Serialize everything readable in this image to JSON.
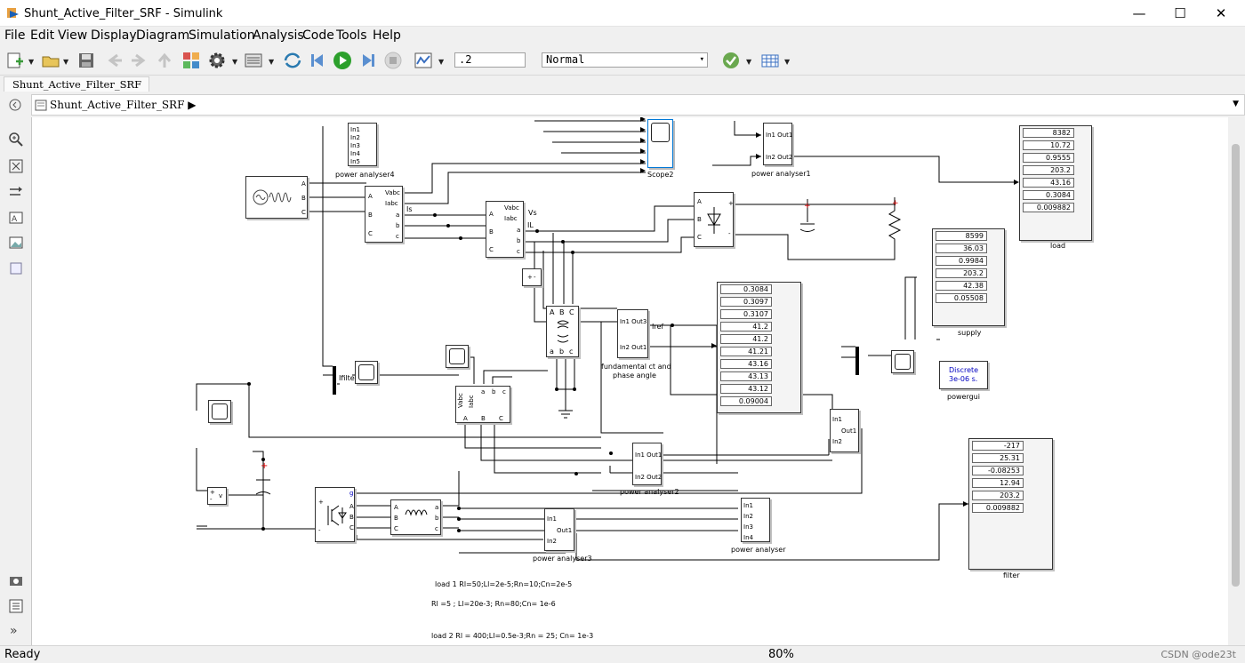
{
  "window": {
    "title": "Shunt_Active_Filter_SRF - Simulink",
    "minimize": "—",
    "maximize": "☐",
    "close": "✕"
  },
  "menu": [
    "File",
    "Edit",
    "View",
    "Display",
    "Diagram",
    "Simulation",
    "Analysis",
    "Code",
    "Tools",
    "Help"
  ],
  "toolbar": {
    "stop_time": ".2",
    "sim_mode": "Normal",
    "sim_mode_arrow": "▾"
  },
  "tab": {
    "label": "Shunt_Active_Filter_SRF"
  },
  "breadcrumb": {
    "label": "Shunt_Active_Filter_SRF",
    "arrow": "▶",
    "menu_arrow": "▼"
  },
  "status": {
    "left": "Ready",
    "zoom": "80%",
    "watermark": "CSDN @ode23t"
  },
  "blocks": {
    "power_analyser4": {
      "label": "power analyser4",
      "ports": [
        "In1",
        "In2",
        "In3",
        "In4",
        "In5"
      ]
    },
    "scope2": {
      "label": "Scope2"
    },
    "power_analyser1": {
      "label": "power analyser1",
      "ports": [
        "In1 Out1",
        "In2 Out2"
      ]
    },
    "source": {
      "ports": [
        "A",
        "B",
        "C"
      ]
    },
    "vi1": {
      "ports_in": [
        "A",
        "B",
        "C"
      ],
      "ports_out": [
        "a",
        "b",
        "c"
      ],
      "vabc": "Vabc",
      "iabc": "Iabc"
    },
    "vi2": {
      "ports_in": [
        "A",
        "B",
        "C"
      ],
      "ports_out": [
        "a",
        "b",
        "c"
      ],
      "vabc": "Vabc",
      "iabc": "Iabc"
    },
    "rectifier": {
      "ports": [
        "A",
        "B",
        "C"
      ],
      "plus": "+",
      "minus": "-"
    },
    "sum": {
      "plus": "+",
      "minus": "-"
    },
    "transformer": {
      "top": [
        "A",
        "B",
        "C"
      ],
      "bottom": [
        "a",
        "b",
        "c"
      ]
    },
    "fundamental": {
      "in1": "In1 Out3",
      "in2": "In2 Out1",
      "label1": "fundamental ct and",
      "label2": "phase angle"
    },
    "labels": {
      "vs": "Vs",
      "is": "Is",
      "il": "IL",
      "ifilter": "Ifilter",
      "iref": "Iref"
    },
    "powergui": {
      "line1": "Discrete",
      "line2": "3e-06 s.",
      "label": "powergui"
    },
    "vi3": {
      "vabc": "Vabc",
      "iabc": "Iabc",
      "top": [
        "a",
        "b",
        "c"
      ],
      "bottom": [
        "A",
        "B",
        "C"
      ]
    },
    "analyser_out": {
      "ports": [
        "In1",
        "Out1",
        "In2"
      ]
    },
    "power_analyser2": {
      "label": "power analyser2",
      "ports": [
        "In1 Out1",
        "In2 Out2"
      ]
    },
    "inverter": {
      "g": "g",
      "plus": "+",
      "minus": "-",
      "ports": [
        "A",
        "B",
        "C"
      ]
    },
    "filter_l": {
      "in": [
        "A",
        "B",
        "C"
      ],
      "out": [
        "a",
        "b",
        "c"
      ]
    },
    "power_analyser3": {
      "label": "power analyser3",
      "ports": [
        "In1",
        "Out1",
        "In2"
      ]
    },
    "power_analyser": {
      "label": "power analyser",
      "ports": [
        "In1",
        "In2",
        "In3",
        "In4"
      ]
    },
    "vm": {
      "plus": "+",
      "minus": "-",
      "v": "v"
    }
  },
  "displays": {
    "load": {
      "label": "load",
      "values": [
        "8382",
        "10.72",
        "0.9555",
        "203.2",
        "43.16",
        "0.3084",
        "0.009882"
      ]
    },
    "supply": {
      "label": "supply",
      "values": [
        "8599",
        "36.03",
        "0.9984",
        "203.2",
        "42.38",
        "0.05508"
      ]
    },
    "center": {
      "values": [
        "0.3084",
        "0.3097",
        "0.3107",
        "41.2",
        "41.2",
        "41.21",
        "43.16",
        "43.13",
        "43.12",
        "0.09004"
      ]
    },
    "filter": {
      "label": "filter",
      "values": [
        "-217",
        "25.31",
        "-0.08253",
        "12.94",
        "203.2",
        "0.009882"
      ]
    }
  },
  "notes": {
    "n1": "load 1 Rl=50;Ll=2e-5;Rn=10;Cn=2e-5",
    "n2": "Rl =5 ; Ll=20e-3; Rn=80;Cn= 1e-6",
    "n3": "load 2 Rl = 400;Ll=0.5e-3;Rn = 25; Cn= 1e-3"
  },
  "colors": {
    "accent": "#0078d7",
    "run_green": "#2ca02c",
    "check_green": "#6aa84f",
    "block_border": "#333333",
    "powergui_text": "#0000c0"
  }
}
